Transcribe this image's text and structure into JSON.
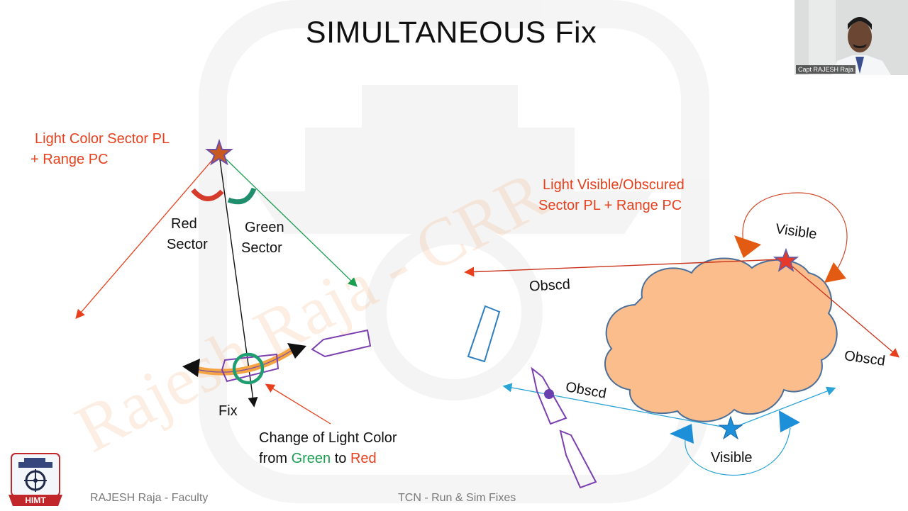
{
  "slide": {
    "title": "SIMULTANEOUS Fix"
  },
  "left_diagram": {
    "caption_line1": "Light Color Sector PL",
    "caption_line2": "+ Range PC",
    "red_sector_line1": "Red",
    "red_sector_line2": "Sector",
    "green_sector_line1": "Green",
    "green_sector_line2": "Sector",
    "fix_label": "Fix",
    "change_line1": "Change of  Light Color",
    "change_from": "from ",
    "change_green": "Green",
    "change_to": " to ",
    "change_red": "Red"
  },
  "right_diagram": {
    "caption_line1": "Light Visible/Obscured",
    "caption_line2": "Sector PL + Range PC",
    "visible_top": "Visible",
    "visible_bottom": "Visible",
    "obscd_1": "Obscd",
    "obscd_2": "Obscd",
    "obscd_3": "Obscd"
  },
  "footer": {
    "left": "RAJESH Raja - Faculty",
    "center": "TCN - Run & Sim Fixes",
    "logo_text": "HIMT"
  },
  "watermark": {
    "text": "Rajesh Raja - CRR"
  },
  "webcam": {
    "name": "Capt RAJESH Raja"
  },
  "colors": {
    "caption_red": "#e8401c",
    "sector_green": "#1a9e50",
    "boat_purple": "#7b3fb0",
    "boat_blue": "#2f7fbf",
    "cloud_fill": "#fbbd8c",
    "cloud_stroke": "#4a6f9a",
    "marker_orange": "#e35b12",
    "marker_blue": "#1d8fd8"
  }
}
